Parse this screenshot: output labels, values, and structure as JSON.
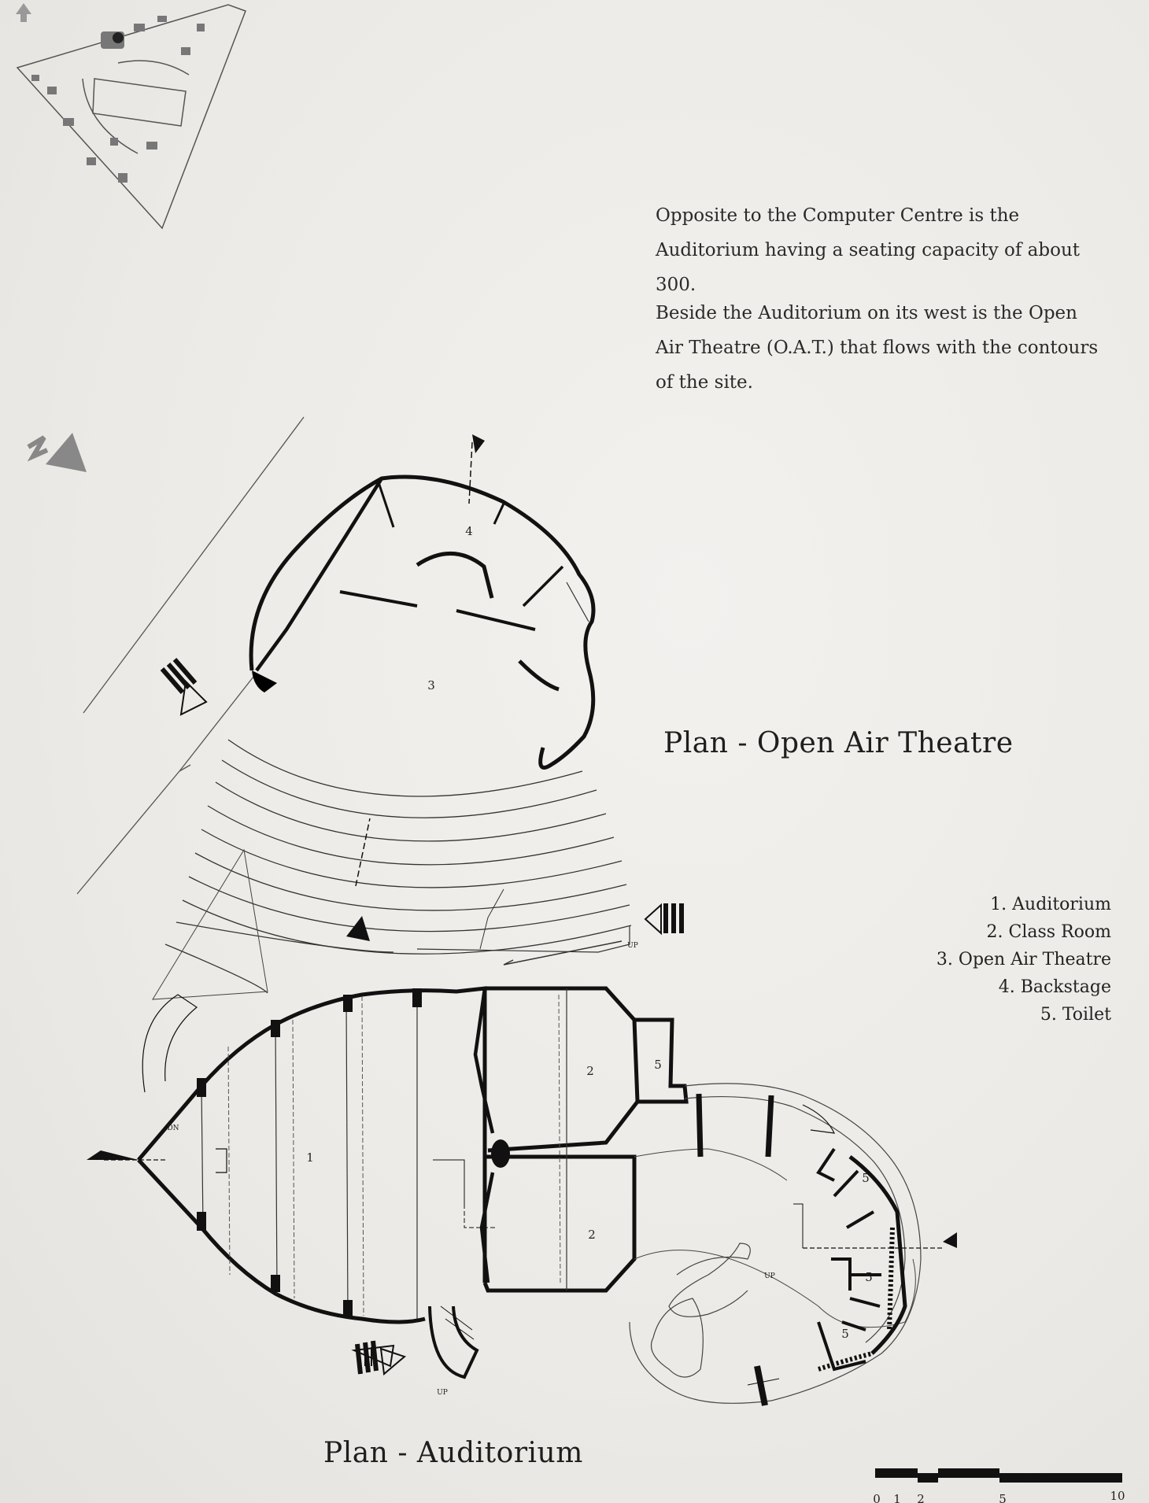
{
  "text": {
    "paragraph_1": "Opposite to the Computer Centre is the Auditorium having a seating capacity of about 300.",
    "paragraph_2": "Beside the Auditorium on its west is the Open Air Theatre (O.A.T.) that flows with the contours of the site."
  },
  "titles": {
    "open_air_theatre": "Plan - Open Air Theatre",
    "auditorium": "Plan - Auditorium"
  },
  "legend": [
    "1. Auditorium",
    "2. Class Room",
    "3. Open Air Theatre",
    "4. Backstage",
    "5. Toilet"
  ],
  "plan_labels": {
    "room_1": "1",
    "room_2a": "2",
    "room_2b": "2",
    "room_3": "3",
    "room_4": "4",
    "room_5a": "5",
    "room_5b": "5",
    "room_5c": "5",
    "room_5d": "5",
    "up_oat": "UP",
    "up_stair": "UP",
    "up_lobby": "UP",
    "dn": "DN"
  },
  "scale_bar": {
    "ticks": [
      "0",
      "1",
      "2",
      "5",
      "10"
    ]
  }
}
